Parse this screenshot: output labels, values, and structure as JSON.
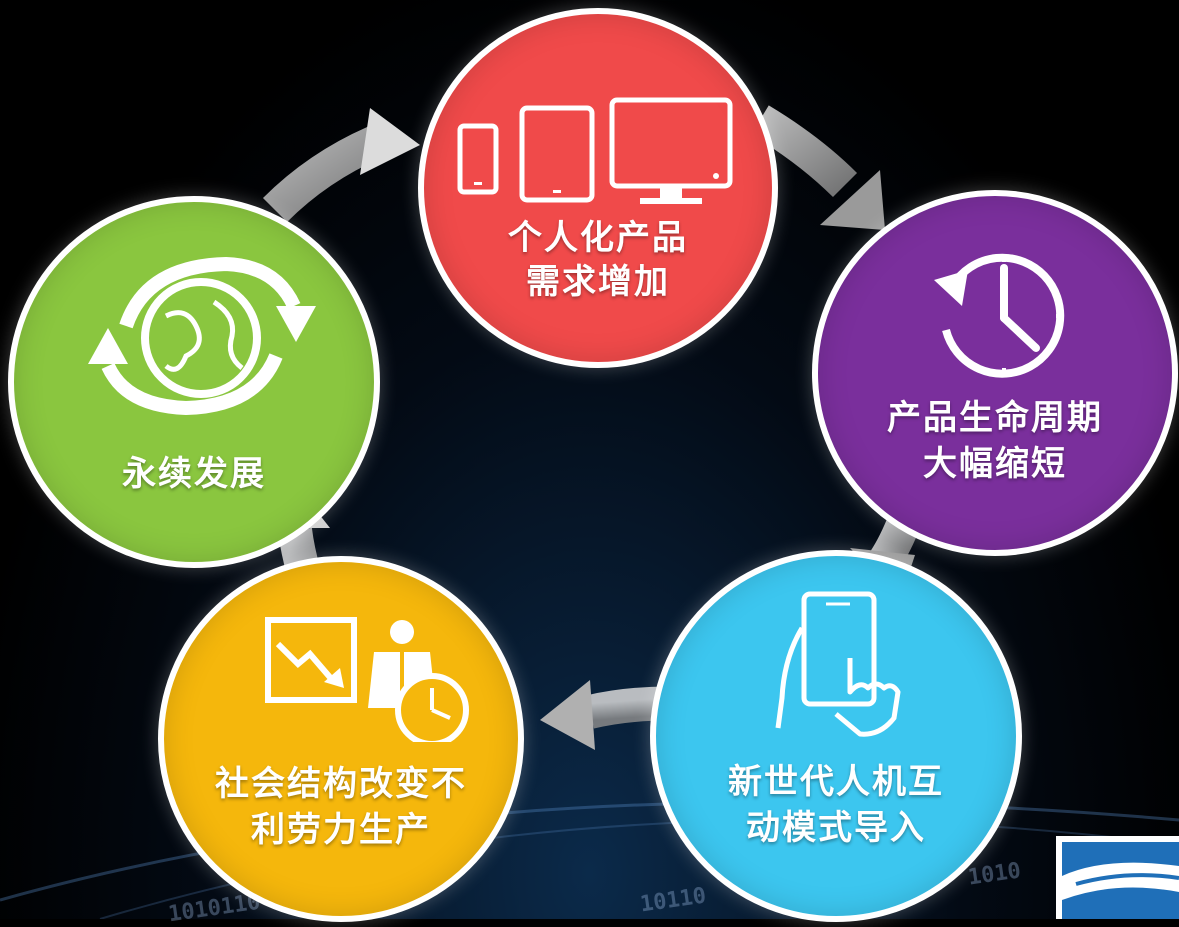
{
  "diagram": {
    "nodes": [
      {
        "id": "top",
        "label": [
          "个人化产品",
          "需求增加"
        ],
        "color": "#f04a4a",
        "icon": "devices-icon"
      },
      {
        "id": "right",
        "label": [
          "产品生命周期",
          "大幅缩短"
        ],
        "color": "#7a2f9c",
        "icon": "clock-icon"
      },
      {
        "id": "brt",
        "label": [
          "新世代人机互",
          "动模式导入"
        ],
        "color": "#3cc6ef",
        "icon": "touch-phone-icon"
      },
      {
        "id": "blft",
        "label": [
          "社会结构改变不",
          "利劳力生产"
        ],
        "color": "#f5b70c",
        "icon": "decline-worker-icon"
      },
      {
        "id": "left",
        "label": [
          "永续发展"
        ],
        "color": "#8ac63f",
        "icon": "globe-cycle-icon"
      }
    ],
    "decor": {
      "binary_left": "1010110",
      "binary_mid": "10110",
      "binary_right": "1010"
    }
  }
}
